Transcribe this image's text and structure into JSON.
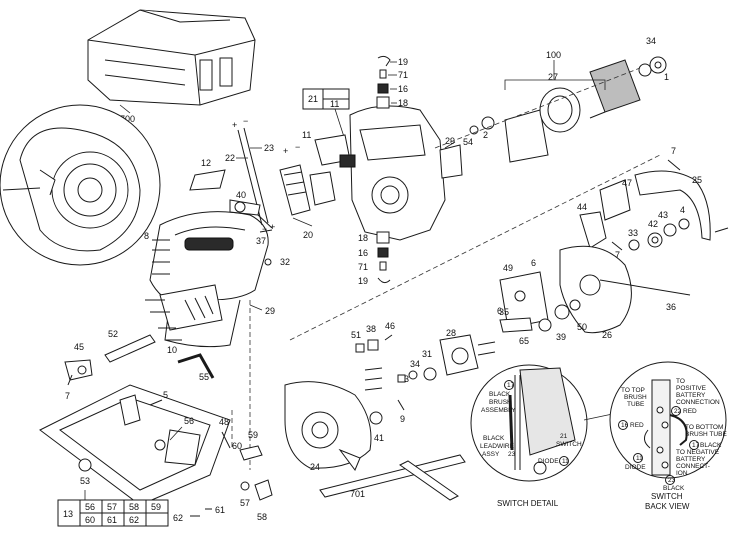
{
  "callouts": {
    "c700": "700",
    "c12": "12",
    "c22": "22",
    "c23": "23",
    "c40": "40",
    "c37": "37",
    "c20": "20",
    "c8": "8",
    "c32": "32",
    "c29a": "29",
    "c52": "52",
    "c10": "10",
    "c55": "55",
    "c45": "45",
    "c7a": "7",
    "c11": "11",
    "c19a": "19",
    "c71a": "71",
    "c16a": "16",
    "c18a": "18",
    "c29b": "29",
    "c18b": "18",
    "c16b": "16",
    "c71b": "71",
    "c19b": "19",
    "c100": "100",
    "c27": "27",
    "c34a": "34",
    "c1": "1",
    "c2": "2",
    "c54": "54",
    "c7b": "7",
    "c25": "25",
    "c47": "47",
    "c44": "44",
    "c33": "33",
    "c42": "42",
    "c43": "43",
    "c4": "4",
    "c7c": "7",
    "c36": "36",
    "c26": "26",
    "c49": "49",
    "c6a": "6",
    "c6b": "6",
    "c35": "35",
    "c65": "65",
    "c39": "39",
    "c50": "50",
    "c51": "51",
    "c38": "38",
    "c46": "46",
    "c28": "28",
    "c31": "31",
    "c34b": "34",
    "c3": "3",
    "c9": "9",
    "c41": "41",
    "c24": "24",
    "c5": "5",
    "c56": "56",
    "c48": "48",
    "c59": "59",
    "c60": "60",
    "c53": "53",
    "c57": "57",
    "c58": "58",
    "c61": "61",
    "c62": "62",
    "c701": "701"
  },
  "box_21": {
    "top": "21",
    "bottom": "11"
  },
  "parts_table": {
    "label": "13",
    "rows": [
      [
        "56",
        "57",
        "58",
        "59"
      ],
      [
        "60",
        "61",
        "62",
        ""
      ]
    ]
  },
  "switch_detail": {
    "caption": "SWITCH DETAIL",
    "c17": "17",
    "black_brush": "BLACK",
    "black_brush2": "BRUSH",
    "black_brush3": "ASSEMBLY",
    "black_lead": "BLACK",
    "black_lead2": "LEADWIRE",
    "black_lead3": "ASSY",
    "c23": "23",
    "c21": "21",
    "switch": "SWITCH",
    "diode": "DIODE",
    "c11": "11"
  },
  "switch_back": {
    "caption1": "SWITCH",
    "caption2": "BACK VIEW",
    "to_pos1": "TO",
    "to_pos2": "POSITIVE",
    "to_pos3": "BATTERY",
    "to_pos4": "CONNECTION",
    "to_top1": "TO TOP",
    "to_top2": "BRUSH",
    "to_top3": "TUBE",
    "c16": "16",
    "red1": "RED",
    "c22": "22",
    "red2": "RED",
    "to_bottom": "TO BOTTOM",
    "to_bottom2": "BRUSH TUBE",
    "c17": "17",
    "black1": "BLACK",
    "c11": "11",
    "diode": "DIODE",
    "to_neg1": "TO NEGATIVE",
    "to_neg2": "BATTERY",
    "to_neg3": "CONNECT-",
    "to_neg4": "ION",
    "c23": "23",
    "black2": "BLACK"
  }
}
